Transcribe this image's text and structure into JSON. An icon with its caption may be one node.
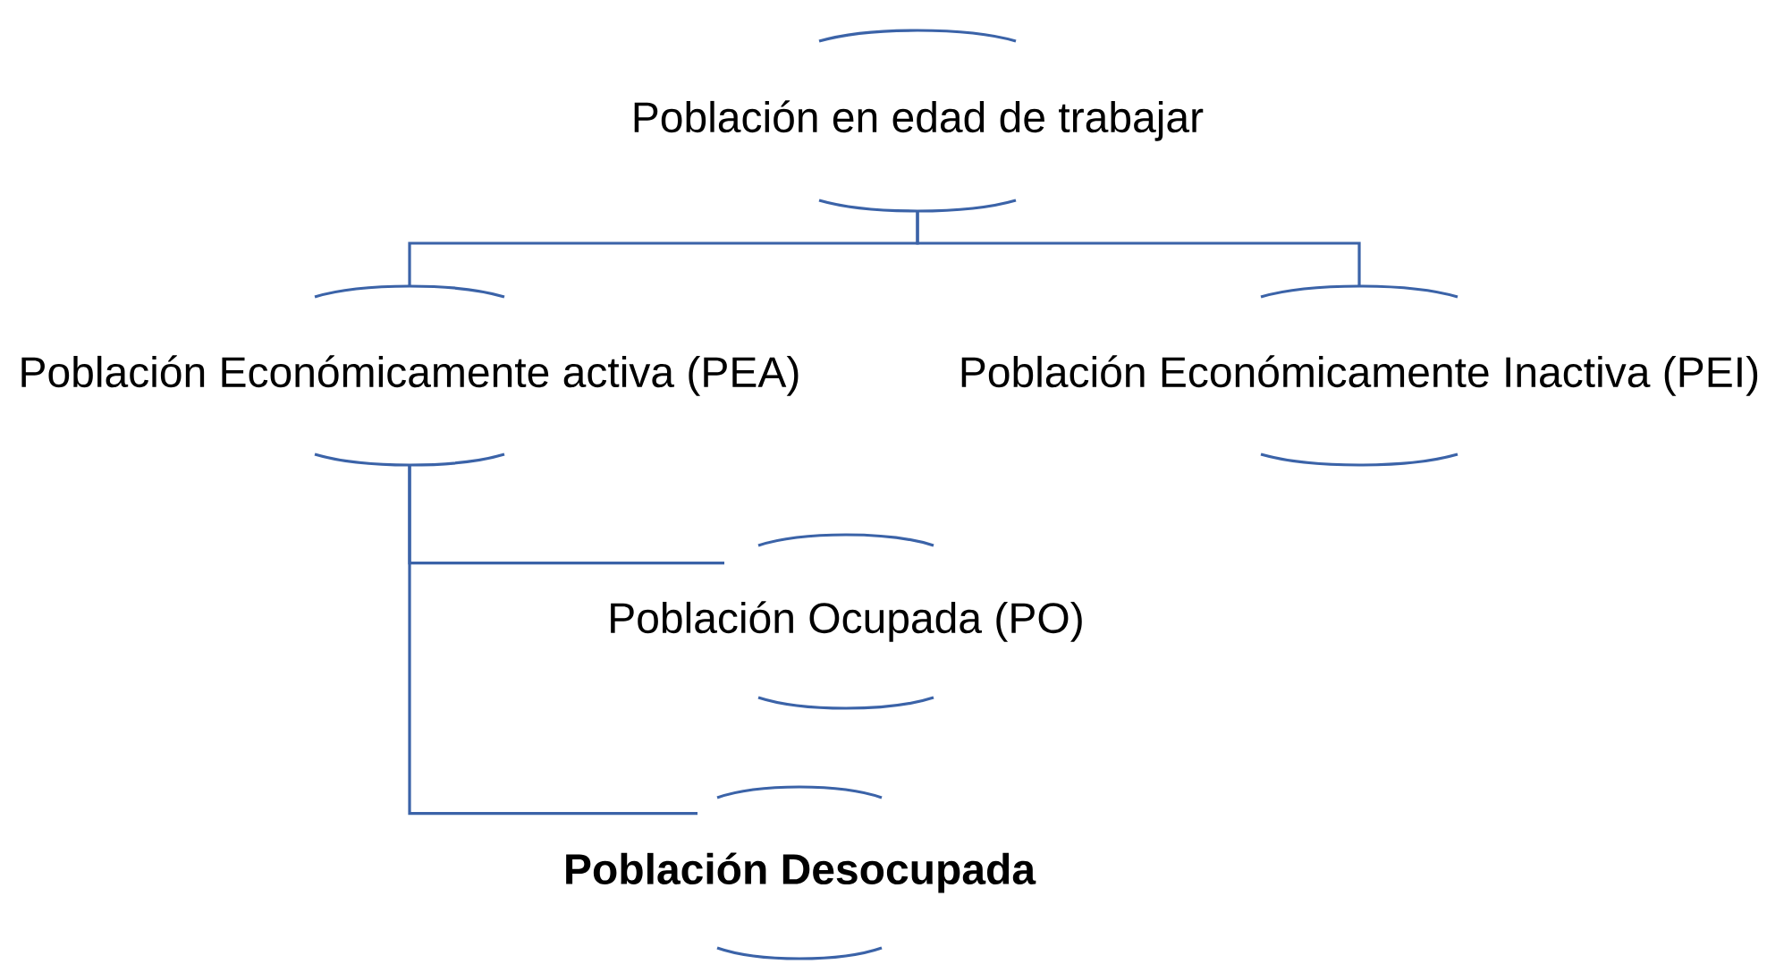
{
  "diagram": {
    "nodes": [
      {
        "text": [
          "Población en edad de trabajar"
        ]
      },
      {
        "text": [
          "Población Económicamente activa (PEA)"
        ]
      },
      {
        "text": [
          "Población Económicamente Inactiva (PEI)"
        ]
      },
      {
        "text": [
          "Población Ocupada (PO)"
        ]
      },
      {
        "text": [
          "Población Desocupada"
        ]
      }
    ],
    "edges": [
      {
        "from": 0,
        "to": 1,
        "arrow": "none"
      },
      {
        "from": 0,
        "to": 2,
        "arrow": "none"
      },
      {
        "from": 1,
        "to": 3,
        "arrow": "none"
      },
      {
        "from": 1,
        "to": 4,
        "arrow": "none"
      }
    ]
  }
}
